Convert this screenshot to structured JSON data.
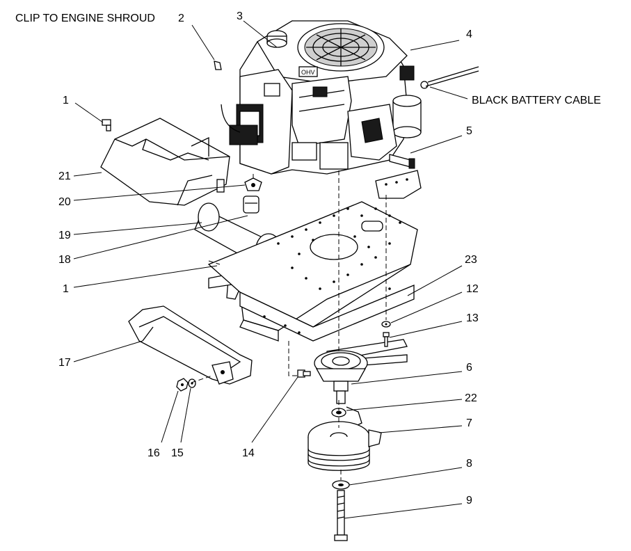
{
  "callouts": {
    "clip_to_engine_shroud": "CLIP TO ENGINE SHROUD",
    "black_battery_cable": "BLACK BATTERY CABLE",
    "n2": "2",
    "n3": "3",
    "n4": "4",
    "n5": "5",
    "n1_top": "1",
    "n21": "21",
    "n20": "20",
    "n19": "19",
    "n18": "18",
    "n1_mid": "1",
    "n23": "23",
    "n12": "12",
    "n13": "13",
    "n17": "17",
    "n6": "6",
    "n22": "22",
    "n7": "7",
    "n14": "14",
    "n16": "16",
    "n15": "15",
    "n8": "8",
    "n9": "9"
  },
  "decals": {
    "engine_badge": "OHV"
  }
}
